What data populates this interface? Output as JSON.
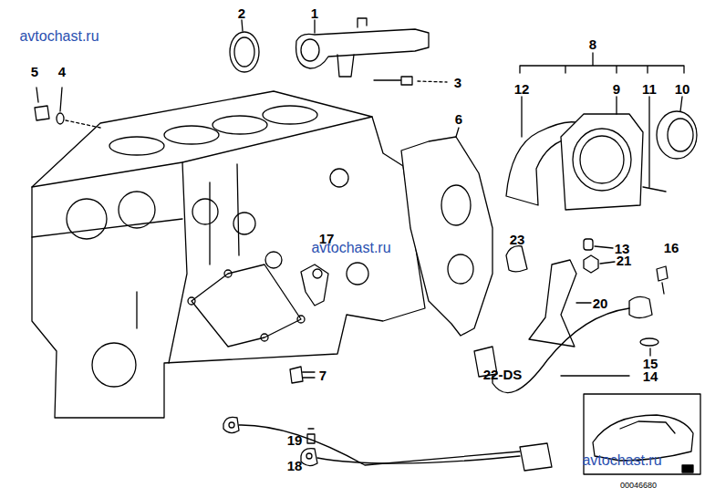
{
  "diagram": {
    "labels": [
      "avtochast.ru",
      "2",
      "1",
      "3",
      "5",
      "4",
      "8",
      "12",
      "9",
      "11",
      "10",
      "6",
      "17",
      "avtochast.ru",
      "23",
      "13",
      "21",
      "16",
      "20",
      "22-DS",
      "15",
      "14",
      "7",
      "19",
      "18",
      "avtochast.ru",
      "00046680"
    ]
  }
}
